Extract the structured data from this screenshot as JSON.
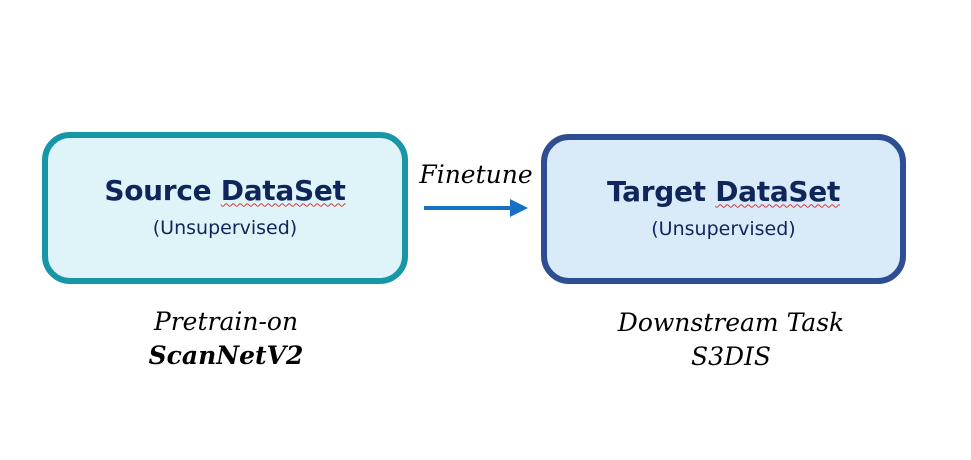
{
  "source_box": {
    "title_prefix": "Source ",
    "title_underlined": "DataSet",
    "subtitle": "(Unsupervised)"
  },
  "target_box": {
    "title_prefix": "Target ",
    "title_underlined": "DataSet",
    "subtitle": "(Unsupervised)"
  },
  "arrow": {
    "label": "Finetune"
  },
  "source_caption": {
    "line1": "Pretrain-on",
    "line2": "ScanNetV2"
  },
  "target_caption": {
    "line1": "Downstream Task",
    "line2": "S3DIS"
  },
  "colors": {
    "source_border": "#1796a8",
    "source_fill": "#dff4f8",
    "target_border": "#2e4e93",
    "target_fill": "#d9eaf9",
    "arrow": "#1670c4",
    "title_text": "#10265a"
  }
}
